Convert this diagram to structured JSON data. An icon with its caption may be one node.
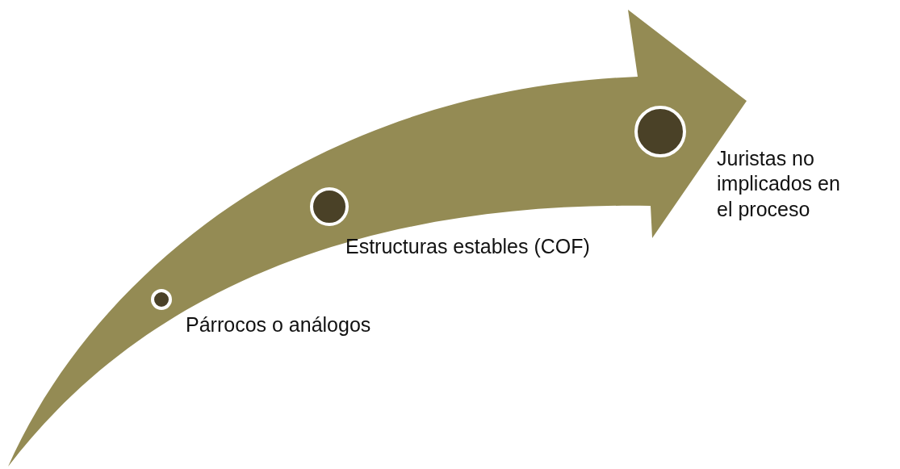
{
  "diagram": {
    "nodes": [
      {
        "text": [],
        "shape": "circle",
        "beside": [
          "Párrocos o análogos"
        ]
      },
      {
        "text": [],
        "shape": "circle",
        "beside": [
          "Estructuras estables (COF)"
        ]
      },
      {
        "text": [],
        "shape": "circle",
        "beside": [
          "Juristas no implicados en el proceso"
        ]
      }
    ],
    "edges": []
  }
}
